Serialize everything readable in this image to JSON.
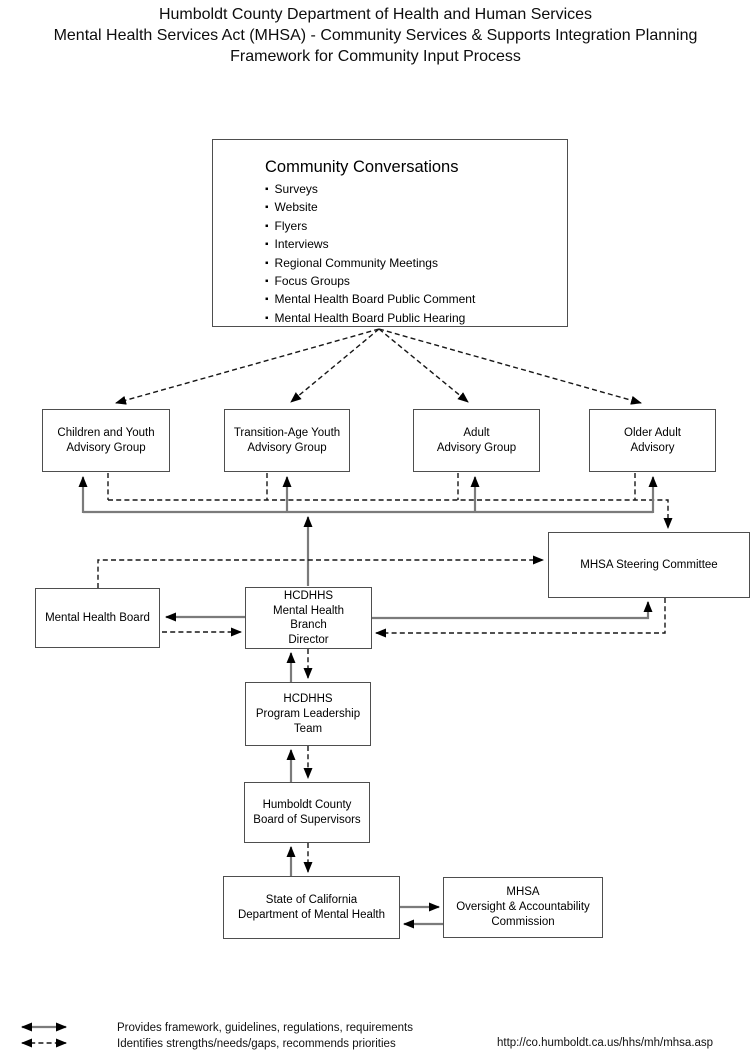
{
  "page": {
    "title_lines": [
      "Humboldt County Department of Health and Human Services",
      "Mental Health Services Act (MHSA) - Community Services & Supports Integration Planning",
      "Framework for Community Input Process"
    ],
    "url": "http://co.humboldt.ca.us/hhs/mh/mhsa.asp"
  },
  "community_conversations": {
    "title": "Community Conversations",
    "items": [
      "Surveys",
      "Website",
      "Flyers",
      "Interviews",
      "Regional Community Meetings",
      "Focus Groups",
      "Mental Health Board Public Comment",
      "Mental Health Board Public Hearing"
    ]
  },
  "boxes": {
    "children_youth": "Children and Youth\nAdvisory Group",
    "transition_age": "Transition-Age Youth\nAdvisory Group",
    "adult": "Adult\nAdvisory Group",
    "older_adult": "Older Adult\nAdvisory",
    "steering": "MHSA Steering Committee",
    "mental_health_board": "Mental Health Board",
    "branch_director": "HCDHHS\nMental Health\nBranch\nDirector",
    "program_leadership": "HCDHHS\nProgram Leadership\nTeam",
    "board_supervisors": "Humboldt County\nBoard of Supervisors",
    "state_dmh": "State of California\nDepartment of Mental Health",
    "oversight": "MHSA\nOversight & Accountability\nCommission"
  },
  "legend": {
    "solid": "Provides framework, guidelines, regulations, requirements",
    "dashed": "Identifies strengths/needs/gaps, recommends priorities"
  }
}
